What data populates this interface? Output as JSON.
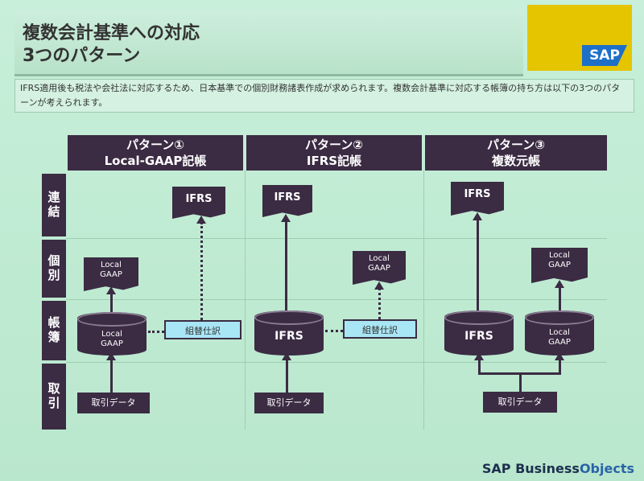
{
  "title": "複数会計基準への対応\n3つのパターン",
  "brand": {
    "logo": "SAP",
    "footer_prefix": "SAP Business",
    "footer_suffix": "Objects"
  },
  "intro": "IFRS適用後も税法や会社法に対応するため、日本基準での個別財務諸表作成が求められます。複数会計基準に対応する帳簿の持ち方は以下の3つのパターンが考えられます。",
  "headers": [
    {
      "line1": "パターン①",
      "line2": "Local-GAAP記帳"
    },
    {
      "line1": "パターン②",
      "line2": "IFRS記帳"
    },
    {
      "line1": "パターン③",
      "line2": "複数元帳"
    }
  ],
  "row_labels": [
    "連結",
    "個別",
    "帳簿",
    "取引"
  ],
  "labels": {
    "ifrs": "IFRS",
    "local": "Local",
    "gaap": "GAAP",
    "combo": "組替仕訳",
    "data": "取引データ"
  },
  "colors": {
    "dark": "#3b2b43",
    "bg": "#bfe9d2",
    "combo": "#a9e6f5",
    "sap_yellow": "#e5c400",
    "sap_blue": "#1d6fc8"
  }
}
